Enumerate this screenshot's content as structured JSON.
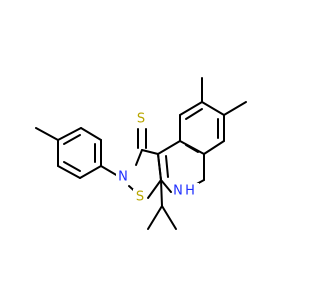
{
  "molecule": {
    "type": "structural-formula",
    "atoms": {
      "thione_S": "S",
      "ring_N": "N",
      "ring_S": "S",
      "amine_H": "H",
      "amine_N": "N"
    },
    "colors": {
      "bond": "#000000",
      "S": "#b8a600",
      "N": "#1f2fff"
    }
  }
}
